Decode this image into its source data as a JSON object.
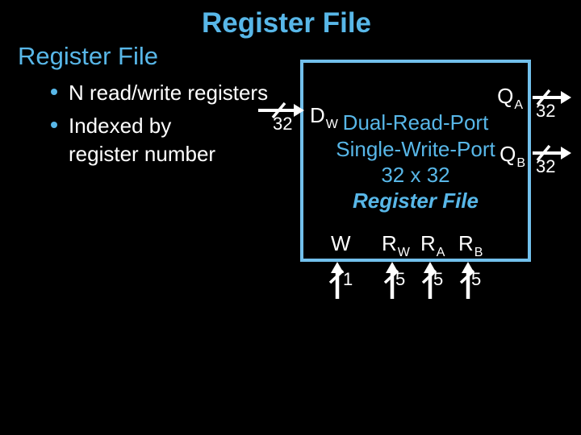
{
  "slide": {
    "title": "Register File",
    "heading": "Register File",
    "bullets": [
      [
        "N read/write registers"
      ],
      [
        "Indexed by",
        "register number"
      ]
    ]
  },
  "diagram": {
    "box": {
      "line1": "Dual-Read-Port",
      "line2": "Single-Write-Port",
      "line3": "32 x 32",
      "line4": "Register File"
    },
    "ports": {
      "dw": {
        "main": "D",
        "sub": "W"
      },
      "qa": {
        "main": "Q",
        "sub": "A"
      },
      "qb": {
        "main": "Q",
        "sub": "B"
      },
      "w": {
        "main": "W",
        "sub": ""
      },
      "rw": {
        "main": "R",
        "sub": "W"
      },
      "ra": {
        "main": "R",
        "sub": "A"
      },
      "rb": {
        "main": "R",
        "sub": "B"
      }
    },
    "bus_widths": {
      "input": "32",
      "qa": "32",
      "qb": "32",
      "w": "1",
      "rw": "5",
      "ra": "5",
      "rb": "5"
    },
    "colors": {
      "background": "#000000",
      "accent_blue": "#58b7e8",
      "box_border": "#72c0ec",
      "text_white": "#ffffff"
    }
  }
}
